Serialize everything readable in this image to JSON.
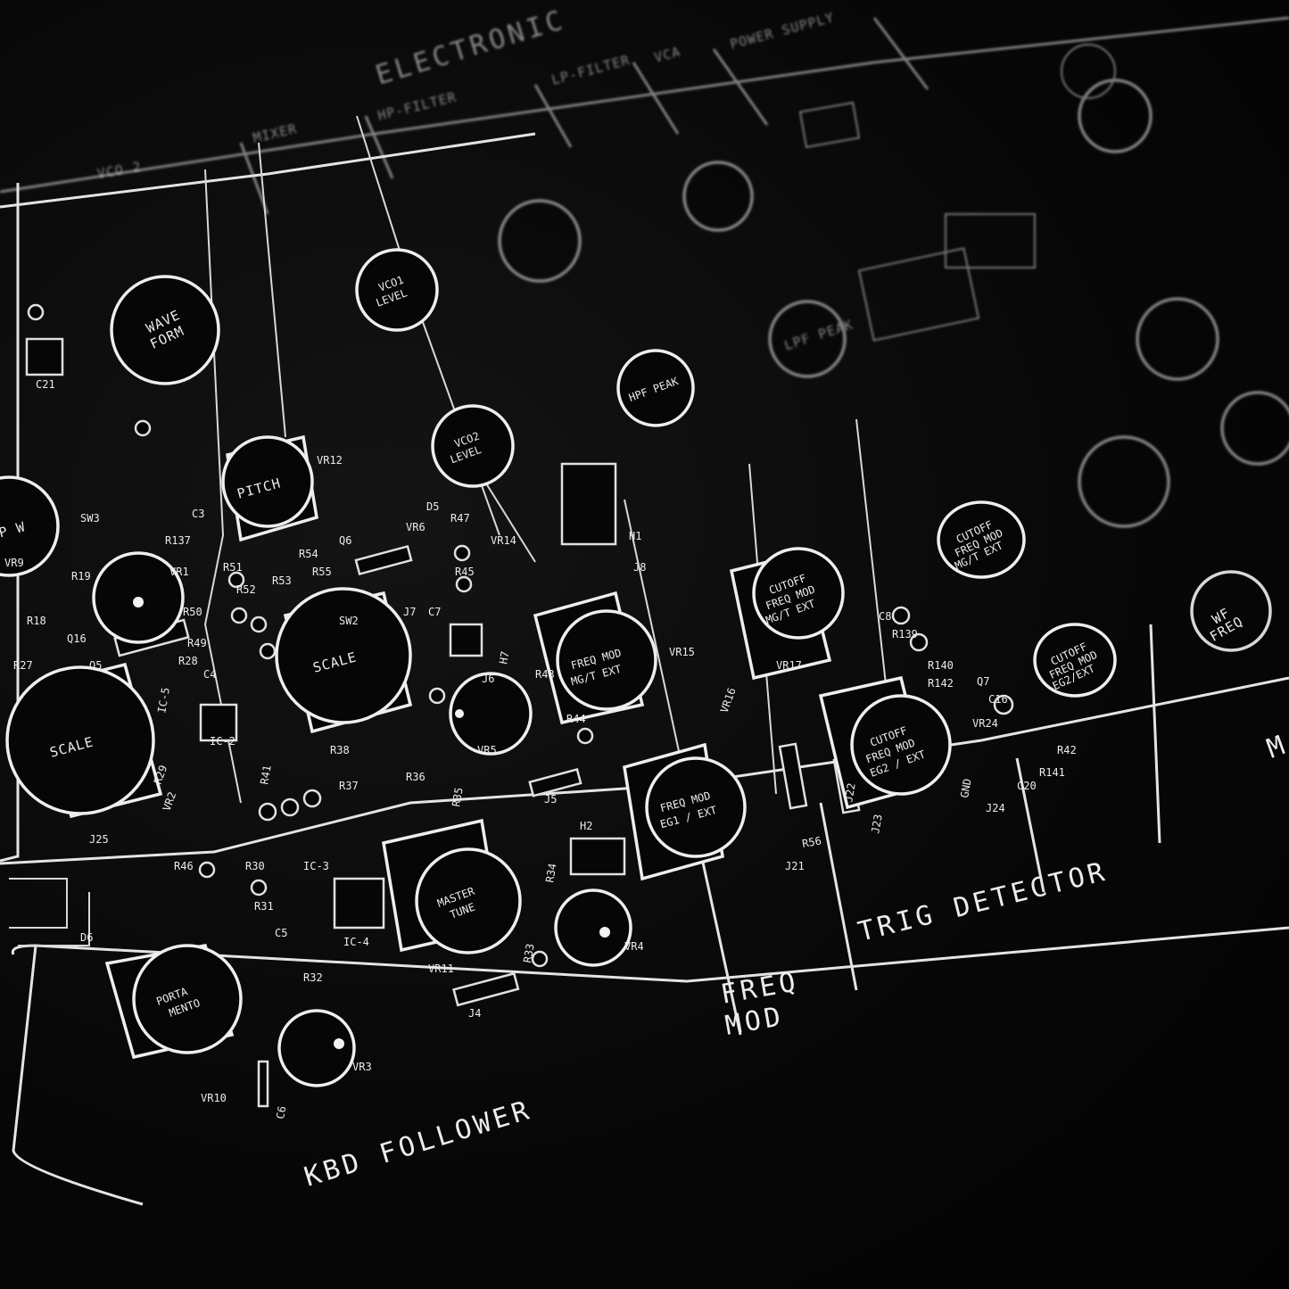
{
  "header_sections": [
    "ELECTRONIC",
    "VCO 2",
    "MIXER",
    "HP-FILTER",
    "LP-FILTER",
    "VCA",
    "POWER SUPPLY"
  ],
  "section_labels": {
    "kbd_follower": "KBD FOLLOWER",
    "freq_mod_1": "FREQ",
    "freq_mod_2": "MOD",
    "trig_detector": "TRIG DETECTOR",
    "edge_partial": "M"
  },
  "knobs": {
    "wave_form_1": "WAVE",
    "wave_form_2": "FORM",
    "pitch": "PITCH",
    "scale_left": "SCALE",
    "scale_center": "SCALE",
    "pw": "P W",
    "vco1_level_1": "VCO1",
    "vco1_level_2": "LEVEL",
    "vco2_level_1": "VCO2",
    "vco2_level_2": "LEVEL",
    "freq_mod_mgt_1": "FREQ MOD",
    "freq_mod_mgt_2": "MG/T EXT",
    "freq_mod_eg1_1": "FREQ MOD",
    "freq_mod_eg1_2": "EG1 / EXT",
    "master_tune_1": "MASTER",
    "master_tune_2": "TUNE",
    "portamento_1": "PORTA",
    "portamento_2": "MENTO",
    "cutoff_mgt_1": "CUTOFF",
    "cutoff_mgt_2": "FREQ MOD",
    "cutoff_mgt_3": "MG/T EXT",
    "cutoff_eg2_1": "CUTOFF",
    "cutoff_eg2_2": "FREQ MOD",
    "cutoff_eg2_3": "EG2 / EXT",
    "cutoff_far_1": "CUTOFF",
    "cutoff_far_2": "FREQ MOD",
    "cutoff_far_3": "EG2/EXT",
    "hpf_peak": "HPF PEAK",
    "lpf_peak": "LPF PEAK",
    "wf_freq_1": "WF",
    "wf_freq_2": "FREQ"
  },
  "refs": [
    "VR1",
    "VR2",
    "VR3",
    "VR4",
    "VR5",
    "VR6",
    "VR9",
    "VR10",
    "VR11",
    "VR12",
    "VR14",
    "VR15",
    "VR16",
    "VR17",
    "VR24",
    "R19",
    "R18",
    "R27",
    "R28",
    "R29",
    "R30",
    "R31",
    "R32",
    "R33",
    "R34",
    "R35",
    "R36",
    "R37",
    "R38",
    "R41",
    "R42",
    "R43",
    "R44",
    "R45",
    "R46",
    "R47",
    "R49",
    "R50",
    "R51",
    "R52",
    "R53",
    "R54",
    "R55",
    "R56",
    "R141",
    "R142",
    "R140",
    "R139",
    "R137",
    "C3",
    "C4",
    "C5",
    "C6",
    "C7",
    "C8",
    "C16",
    "C20",
    "C21",
    "IC-2",
    "IC-3",
    "IC-4",
    "IC-5",
    "J4",
    "J5",
    "J6",
    "J7",
    "J8",
    "J21",
    "J22",
    "J23",
    "J24",
    "J25",
    "SW2",
    "SW3",
    "Q5",
    "Q6",
    "Q7",
    "Q16",
    "D5",
    "D6",
    "H1",
    "H2",
    "H7",
    "GND"
  ]
}
